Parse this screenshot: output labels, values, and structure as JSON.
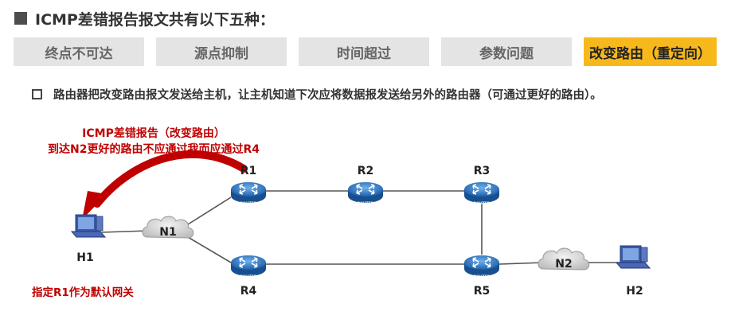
{
  "title": "ICMP差错报告报文共有以下五种：",
  "tabs": [
    {
      "label": "终点不可达",
      "active": false
    },
    {
      "label": "源点抑制",
      "active": false
    },
    {
      "label": "时间超过",
      "active": false
    },
    {
      "label": "参数问题",
      "active": false
    },
    {
      "label": "改变路由（重定向）",
      "active": true
    }
  ],
  "note": "路由器把改变路由报文发送给主机，让主机知道下次应将数据报发送给另外的路由器（可通过更好的路由）。",
  "diagram": {
    "annotation": {
      "line1": "ICMP差错报告（改变路由）",
      "line2": "到达N2更好的路由不应通过我而应通过R4"
    },
    "default_gateway_note": "指定R1作为默认网关",
    "router_caption": "ROUTER",
    "hosts": [
      {
        "label": "H1"
      },
      {
        "label": "H2"
      }
    ],
    "networks": [
      {
        "label": "N1"
      },
      {
        "label": "N2"
      }
    ],
    "routers": [
      {
        "label": "R1"
      },
      {
        "label": "R2"
      },
      {
        "label": "R3"
      },
      {
        "label": "R4"
      },
      {
        "label": "R5"
      }
    ]
  },
  "colors": {
    "active_tab": "#f7b81c",
    "tab_bg": "#e4e4e4",
    "annotation_red": "#c00000",
    "router_blue": "#2f78c8",
    "host_blue": "#3a5aa8"
  }
}
